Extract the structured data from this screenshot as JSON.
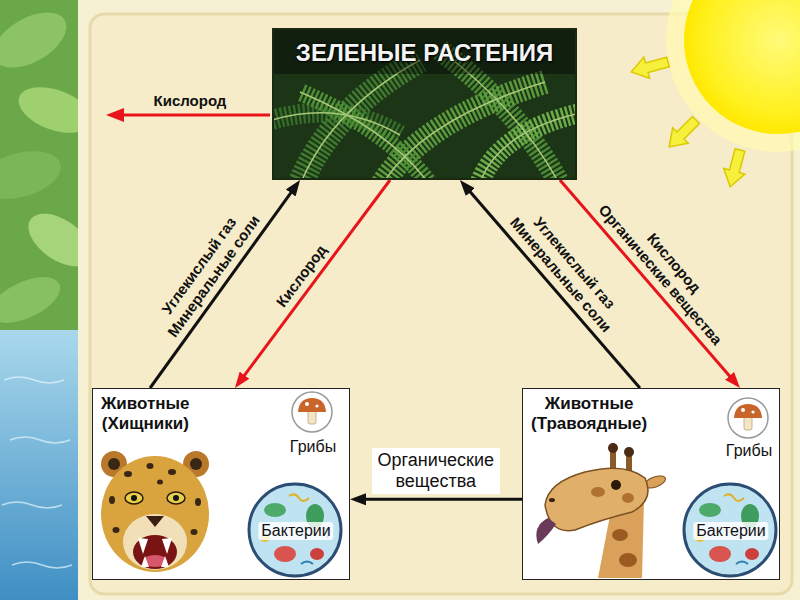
{
  "diagram": {
    "nodes": [
      {
        "text": [
          "ЗЕЛЕНЫЕ РАСТЕНИЯ"
        ]
      },
      {
        "text": [
          "Животные (Хищники)",
          "Грибы",
          "Бактерии"
        ]
      },
      {
        "text": [
          "Животные (Травоядные)",
          "Грибы",
          "Бактерии"
        ]
      }
    ],
    "edges": [
      {
        "from": 1,
        "to": 0,
        "label": "Углекислый газ Минеральные соли",
        "arrow": "to"
      },
      {
        "from": 0,
        "to": 1,
        "label": "Кислород",
        "arrow": "to"
      },
      {
        "from": 0,
        "to": 2,
        "label": "Кислород Органические вещества",
        "arrow": "to"
      },
      {
        "from": 2,
        "to": 0,
        "label": "Углекислый газ Минеральные соли",
        "arrow": "to"
      },
      {
        "from": 2,
        "to": 1,
        "label": "Органические вещества",
        "arrow": "to"
      }
    ],
    "labels": [
      "Кислород"
    ]
  }
}
